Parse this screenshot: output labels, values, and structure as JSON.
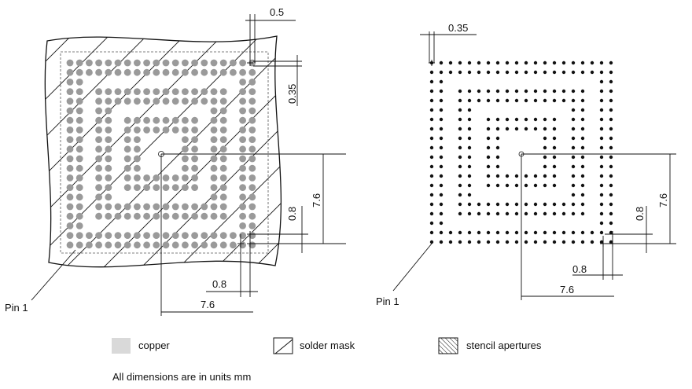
{
  "left_diagram": {
    "dim_top": "0.5",
    "dim_right_top": "0.35",
    "dim_right_pitch": "0.8",
    "dim_right_span": "7.6",
    "dim_bottom_pitch": "0.8",
    "dim_bottom_span": "7.6",
    "pin_label": "Pin 1"
  },
  "right_diagram": {
    "dim_top": "0.35",
    "dim_right_pitch": "0.8",
    "dim_right_span": "7.6",
    "dim_bottom_pitch": "0.8",
    "dim_bottom_span": "7.6",
    "pin_label": "Pin 1"
  },
  "legend": {
    "copper": "copper",
    "solder_mask": "solder mask",
    "stencil_apertures": "stencil apertures",
    "note": "All dimensions are in units mm"
  },
  "colors": {
    "copper": "#9a9a9a",
    "line": "#111111",
    "legend_copper": "#d9d9d9"
  },
  "icons": {
    "copper": "copper-swatch-icon",
    "solder_mask": "solder-mask-swatch-icon",
    "stencil": "stencil-swatch-icon"
  }
}
